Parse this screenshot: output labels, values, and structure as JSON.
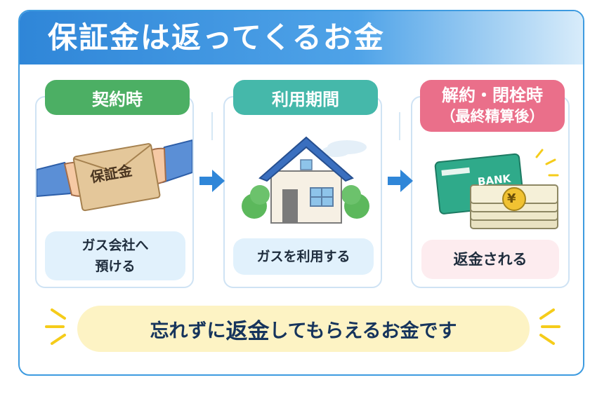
{
  "title": "保証金は返ってくるお金",
  "steps": [
    {
      "label": "契約時",
      "sublabel": "",
      "caption_line1": "ガス会社へ",
      "caption_line2": "預ける",
      "envelope_text": "保証金"
    },
    {
      "label": "利用期間",
      "sublabel": "",
      "caption_line1": "ガスを利用する",
      "caption_line2": ""
    },
    {
      "label": "解約・閉栓時",
      "sublabel": "（最終精算後）",
      "caption_line1": "返金される",
      "caption_line2": "",
      "bankbook_text": "BANK",
      "coin_symbol": "¥"
    }
  ],
  "summary": {
    "part1": "忘れずに",
    "emphasis": "返金",
    "part2": "してもらえるお金です"
  },
  "colors": {
    "banner": "#2f86d8",
    "step1": "#4caf64",
    "step2": "#45b8aa",
    "step3": "#ea6f8a",
    "arrow": "#2f86d8",
    "summary_bg": "#fdf3c4",
    "burst": "#f5cc1a"
  },
  "icons": [
    "handover-envelope-icon",
    "house-icon",
    "bankbook-cash-icon",
    "arrow-right-icon",
    "sparkle-icon"
  ]
}
